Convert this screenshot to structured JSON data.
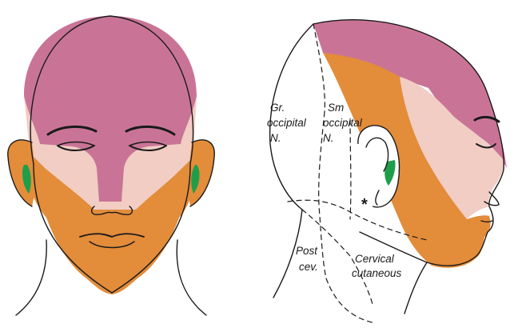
{
  "labels": {
    "greater_occipital": [
      "Gr.",
      "occipital",
      "N."
    ],
    "lesser_occipital": [
      "Sm",
      "occipital",
      "N."
    ],
    "posterior_cervical": [
      "Post",
      "cev."
    ],
    "cervical_cutaneous": [
      "Cervical",
      "cutaneous"
    ],
    "marker": "*"
  },
  "colors": {
    "ophthalmic_region": "#c97496",
    "maxillary_region": "#f1cdc4",
    "mandibular_region": "#e38c3a",
    "auricular_region": "#1f9e4a",
    "outline": "#1a1a1a"
  }
}
